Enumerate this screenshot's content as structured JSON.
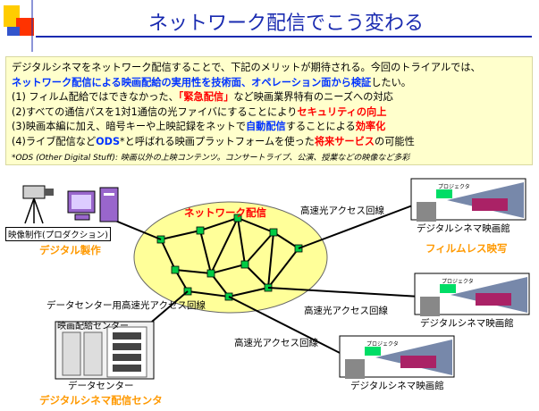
{
  "title": "ネットワーク配信でこう変わる",
  "intro": {
    "line1": "デジタルシネマをネットワーク配信することで、下記のメリットが期待される。今回のトライアルでは、",
    "line2": "ネットワーク配信による映画配給の実用性を技術面、オペレーション面から検証",
    "line2_suffix": "したい。",
    "items": [
      {
        "before": "(1) フィルム配給ではできなかった、",
        "hl": "「緊急配信」",
        "after": "など映画業界特有のニーズへの対応",
        "hl_color": "red"
      },
      {
        "before": "(2)すべての通信パスを1対1通信の光ファイバにすることにより",
        "hl": "セキュリティの向上",
        "after": "",
        "hl_color": "red"
      },
      {
        "before": "(3)映画本編に加え、暗号キーや上映記録をネットで",
        "hl": "自動配信",
        "after": "することによる",
        "hl2": "効率化",
        "hl_color": "blue"
      },
      {
        "before": "(4)ライブ配信など",
        "hl": "ODS",
        "after": "*と呼ばれる映画プラットフォームを使った",
        "hl2": "将来サービス",
        "after2": "の可能性",
        "hl_color": "blue"
      }
    ],
    "note": "*ODS (Other Digital Stuff): 映画以外の上映コンテンツ。コンサートライブ、公演、授業などの映像など多彩"
  },
  "diagram": {
    "network_label": "ネットワーク配信",
    "production_label": "映像制作(プロダクション)",
    "production_caption": "デジタル製作",
    "line_labels": [
      "高速光アクセス回線",
      "高速光アクセス回線",
      "高速光アクセス回線",
      "データセンター用高速光アクセス回線"
    ],
    "theater_label": "デジタルシネマ映画館",
    "theater_top_caption": "フィルムレス映写",
    "distribution_label": "映画配給センター",
    "datacenter_label": "データセンター",
    "datacenter_caption": "デジタルシネマ配信センタ",
    "projector_tag": "プロジェクタ"
  },
  "colors": {
    "title": "#1a2bb0",
    "panel": "#ffffcc",
    "cloud": "#ffff99",
    "accent_orange": "#ff9900",
    "accent_red": "#ff0000",
    "accent_blue": "#0033ff"
  }
}
